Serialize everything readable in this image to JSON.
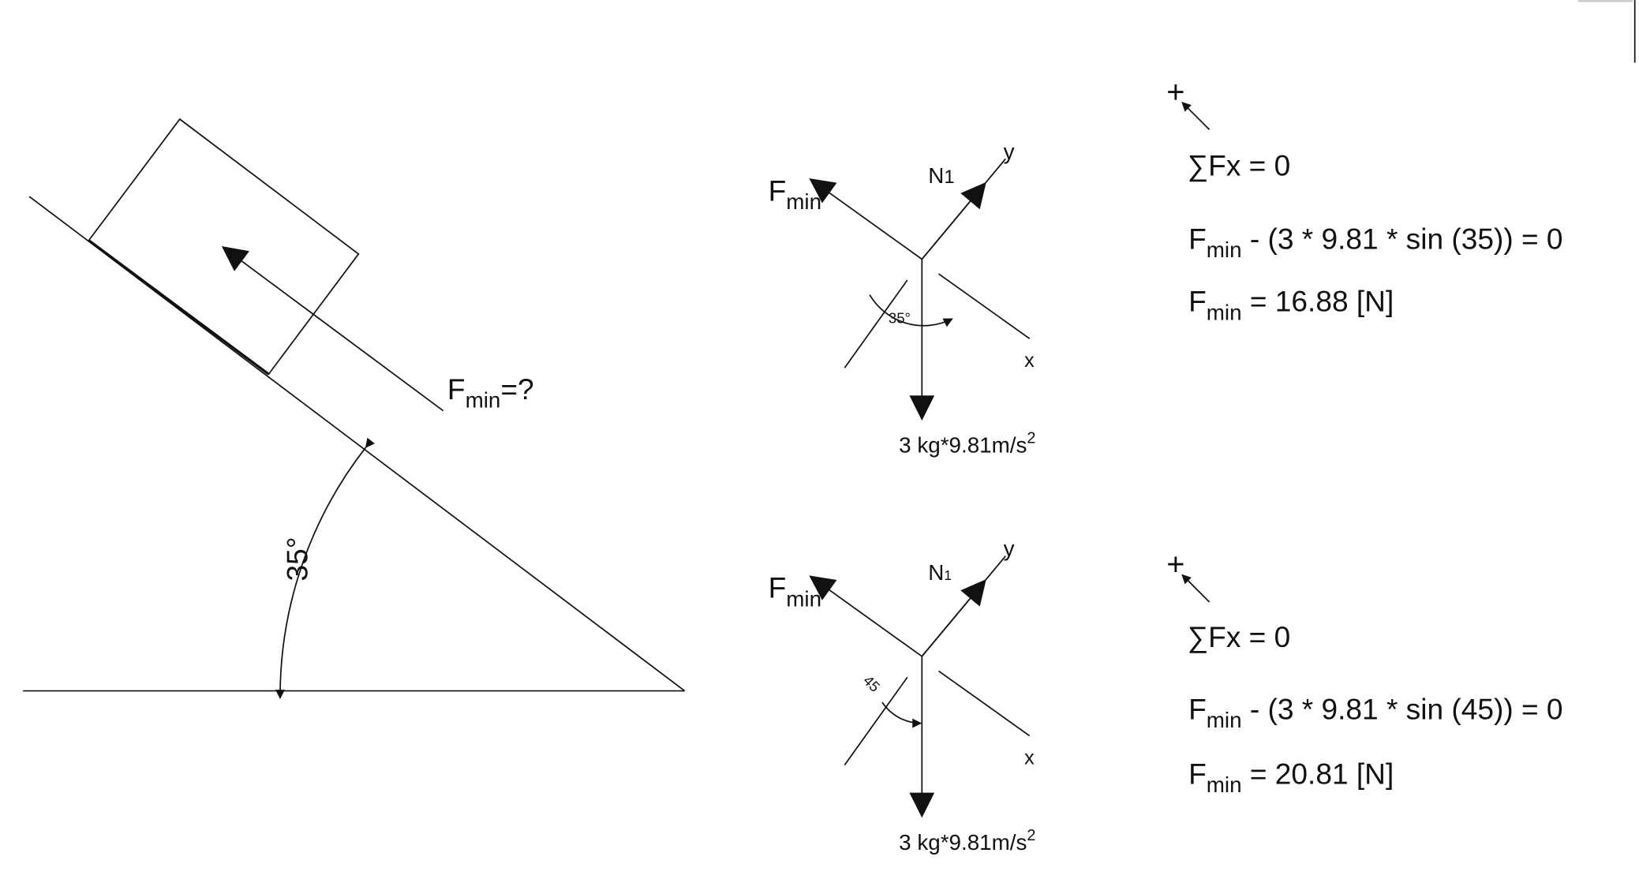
{
  "incline": {
    "force_label": "F",
    "force_sub": "min",
    "force_suffix": "=?",
    "angle_label": "35°"
  },
  "fbd": [
    {
      "force_label": "F",
      "force_sub": "min",
      "normal_label": "N",
      "normal_sub": "1",
      "y_axis": "y",
      "x_axis": "x",
      "angle_label": "35°",
      "weight_label": "3 kg*9.81m/s",
      "weight_exp": "2"
    },
    {
      "force_label": "F",
      "force_sub": "min",
      "normal_label": "N",
      "normal_sub": "1",
      "y_axis": "y",
      "x_axis": "x",
      "angle_label": "45",
      "weight_label": "3 kg*9.81m/s",
      "weight_exp": "2"
    }
  ],
  "equations": [
    {
      "sign": "+",
      "sum": "∑Fx = 0",
      "eq_pre": "F",
      "eq_sub": "min",
      "eq_rest": " - (3 * 9.81 * sin (35)) = 0",
      "res_pre": "F",
      "res_sub": "min",
      "res_rest": " = 16.88 [N]"
    },
    {
      "sign": "+",
      "sum": "∑Fx = 0",
      "eq_pre": "F",
      "eq_sub": "min",
      "eq_rest": " - (3 * 9.81 * sin (45)) = 0",
      "res_pre": "F",
      "res_sub": "min",
      "res_rest": " = 20.81 [N]"
    }
  ]
}
